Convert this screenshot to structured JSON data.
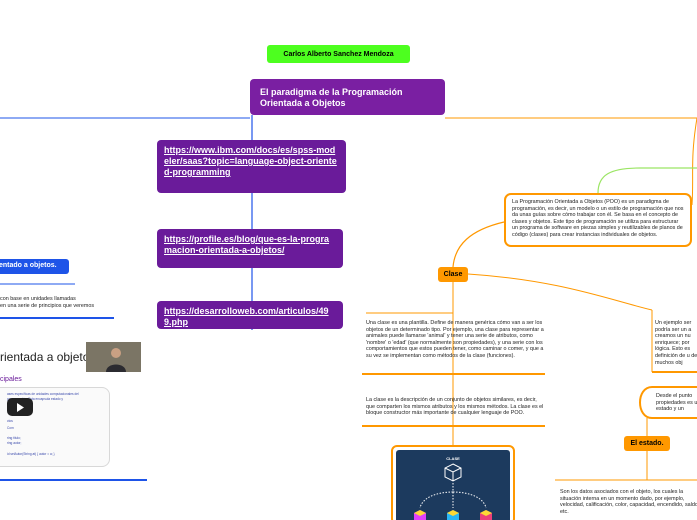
{
  "colors": {
    "author_bg": "#4dff1f",
    "main_bg": "#7a1fa2",
    "link_bg": "#6a1b9a",
    "branch_orange": "#ff9800",
    "branch_green": "#9be564",
    "branch_blue": "#1e54e8"
  },
  "author": "Carlos Alberto Sanchez Mendoza",
  "main_topic": "El paradigma de la Programación Orientada a Objetos",
  "links": [
    "https://www.ibm.com/docs/es/spss-modeler/saas?topic=language-object-oriented-programming",
    "https://profile.es/blog/que-es-la-programacion-orientada-a-objetos/",
    "https://desarrolloweb.com/articulos/499.php"
  ],
  "poo_definition": "La Programación Orientada a Objetos (POO) es un paradigma de programación, es decir, un modelo o un estilo de programación que nos da unas guías sobre cómo trabajar con él. Se basa en el concepto de clases y objetos. Este tipo de programación se utiliza para estructurar un programa de software en piezas simples y reutilizables de planos de código (clases) para crear instancias individuales de objetos.",
  "clase": {
    "label": "Clase",
    "text1": "Una clase es una plantilla. Define de manera genérica cómo van a ser los objetos de un determinado tipo. Por ejemplo, una clase para representar a animales puede llamarse 'animal' y tener una serie de atributos, como 'nombre' o 'edad' (que normalmente son propiedades), y una serie con los comportamientos que estos pueden tener, como caminar o comer, y que a su vez se implementan como métodos de la clase (funciones).",
    "text2": "La clase es la descripción de un conjunto de objetos similares, es decir, que comparten los mismos atributos y los mismos métodos. La clase es el bloque constructor más importante de cualquier lenguaje de POO.",
    "image_label": "CLASE"
  },
  "right_texts": {
    "ejemplo": "Un ejemplo ser podría ser un a creamos un nu enriquece; por lógica. Esto es definición de u de muchos obj",
    "desde": "Desde el punto propiedades es un estado y un"
  },
  "estado": {
    "label": "El estado.",
    "text": "Son los datos asociados con el objeto, los cuales la situación interna en un momento dado, por ejemplo, velocidad, calificación, color, capacidad, encendido, saldo, etc."
  },
  "left_branch": {
    "tag": "entado a objetos.",
    "text_lines": [
      "con base en unidades llamadas",
      "en una serie de principios que veremos"
    ],
    "video_title": "rientada a objetos",
    "video_subtitle": "cipales",
    "video_lines": [
      "ases específicas de unidades computacionales del",
      "programación. Esta encapsula estado y",
      "y",
      "ctos",
      "Com",
      "ring titulo;",
      "ring autor;",
      "id setAutor(String at) { autor = a; }"
    ]
  }
}
